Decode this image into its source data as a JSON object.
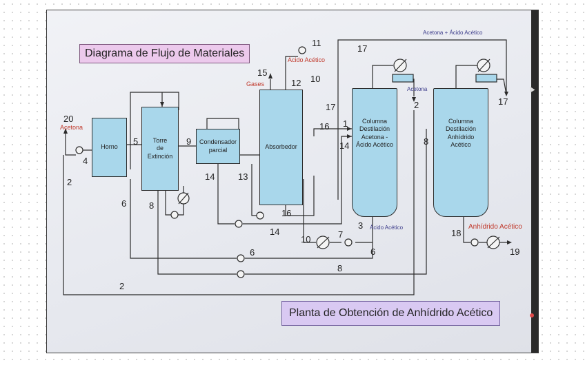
{
  "titles": {
    "main": "Diagrama de Flujo de Materiales",
    "plant": "Planta de Obtención de Anhídrido Acético"
  },
  "units": {
    "horno": "Horno",
    "torre": "Torre\nde\nExtinción",
    "condensador": "Condensador\nparcial",
    "absorbedor": "Absorbedor",
    "columna1": "Columna\nDestilación\nAcetona -\nÁcido Acético",
    "columna2": "Columna\nDestilación\nAnhídrido\nAcético"
  },
  "stream_numbers": {
    "s20": "20",
    "s4": "4",
    "s5": "5",
    "s9": "9",
    "s2_left": "2",
    "s6_left": "6",
    "s8_torre": "8",
    "s14_cond": "14",
    "s13": "13",
    "s15": "15",
    "s12": "12",
    "s10_top": "10",
    "s11": "11",
    "s17_top": "17",
    "s17_mid": "17",
    "s16_abs": "16",
    "s16": "16",
    "s1": "1",
    "s14_col": "14",
    "s2_col": "2",
    "s8_col": "8",
    "s17_right": "17",
    "s3": "3",
    "s14_bottom": "14",
    "s10_bottom": "10",
    "s7": "7",
    "s6_right": "6",
    "s6_line": "6",
    "s8_line": "8",
    "s2_line": "2",
    "s18": "18",
    "s19": "19"
  },
  "labels": {
    "acetona_left": "Acetona",
    "gases": "Gases",
    "acido_acetico_top": "Ácido Acético",
    "acetona_col": "Acetona",
    "acido_acetico_bottom": "Ácido Acético",
    "anhidrido_acetico": "Anhídrido Acético",
    "recycle_top": "Acetona + Ácido Acético"
  },
  "colors": {
    "unit_fill": "#a9d7eb",
    "title_fill": "#ecc9ec",
    "plant_fill": "#d9c9f2",
    "stream_label": "#c0392b",
    "blue_label": "#3b3b8a"
  }
}
